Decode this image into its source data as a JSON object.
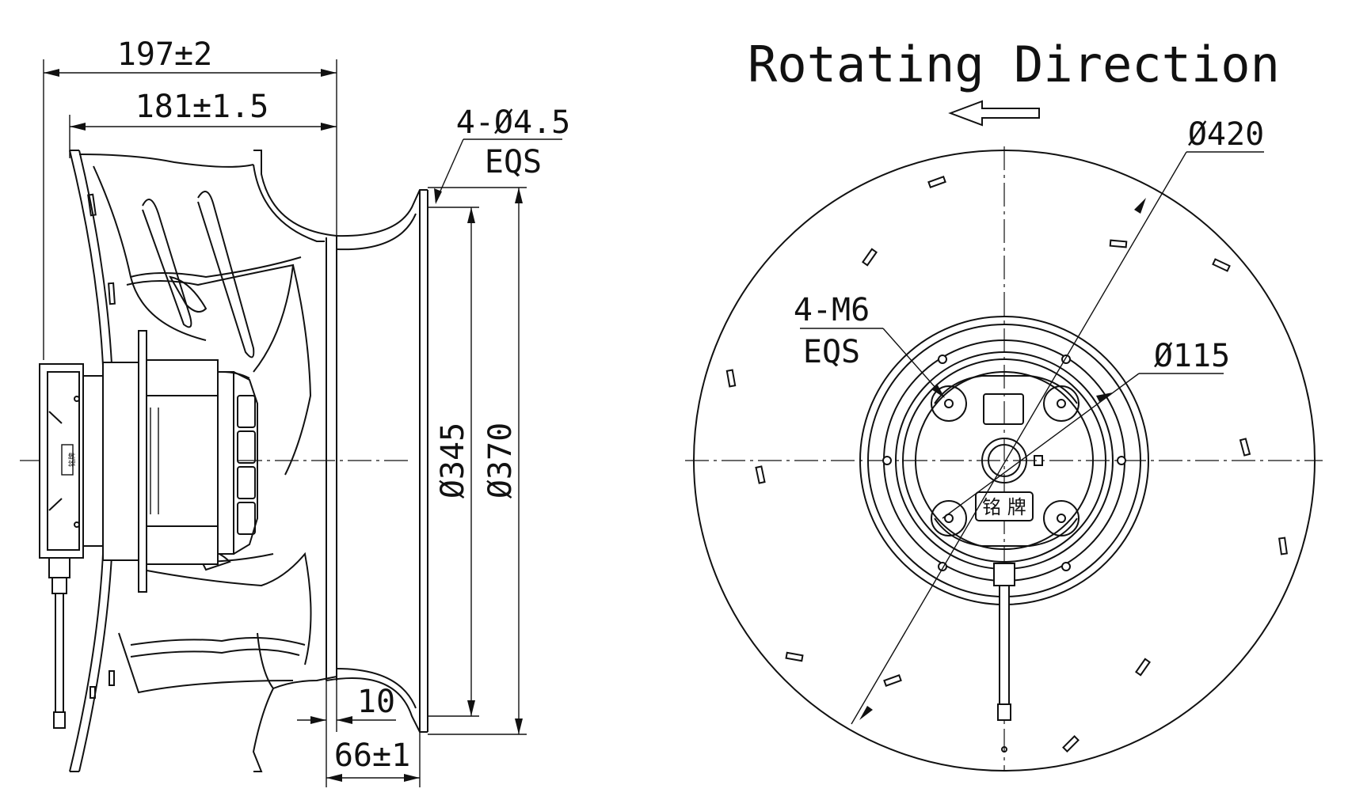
{
  "side_view": {
    "dim_overall_length": "197±2",
    "dim_impeller_length": "181±1.5",
    "dim_holes": "4-Ø4.5",
    "dim_holes_spacing": "EQS",
    "dim_inlet_inner": "Ø345",
    "dim_inlet_outer": "Ø370",
    "dim_flange": "10",
    "dim_inlet_depth": "66±1",
    "motor_label": "铭牌"
  },
  "front_view": {
    "title": "Rotating Direction",
    "dim_wheel": "Ø420",
    "dim_thread": "4-M6",
    "dim_thread_spacing": "EQS",
    "dim_hub": "Ø115",
    "nameplate": "铭 牌"
  },
  "colors": {
    "line": "#111111",
    "background": "#ffffff"
  },
  "icons": {
    "direction": "arrow-left-outline-icon"
  }
}
